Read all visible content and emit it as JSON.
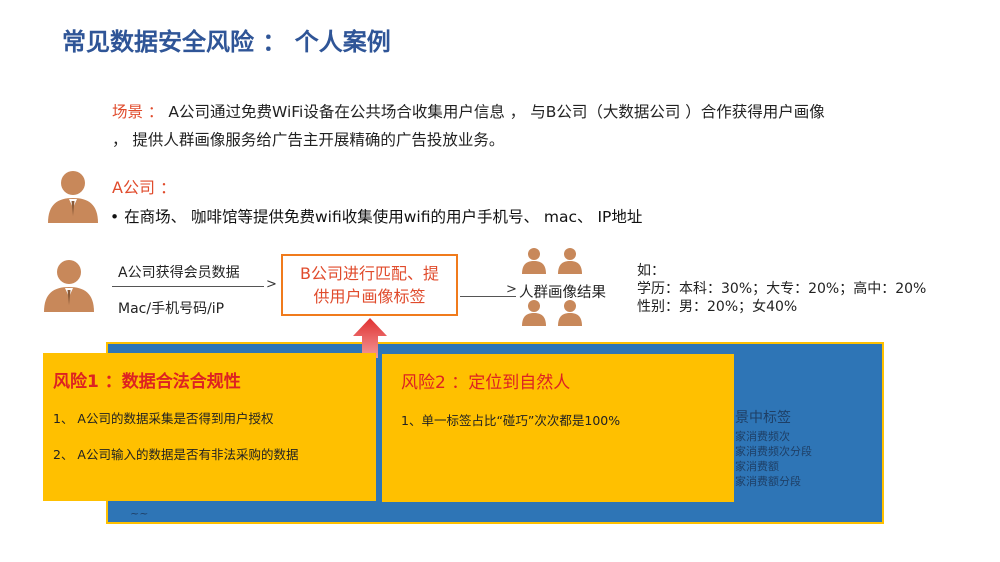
{
  "title": "常见数据安全风险 ： 个人案例",
  "scenario": {
    "label": "场景 ：",
    "text": " A公司通过免费WiFi设备在公共场合收集用户信息 ， 与B公司（大数据公司 ）合作获得用户画像 ， 提供人群画像服务给广告主开展精确的广告投放业务。"
  },
  "company_a": {
    "label": "A公司 ：",
    "bullet": "• 在商场、 咖啡馆等提供免费wifi收集使用wifi的用户手机号、 mac、 IP地址"
  },
  "flow": {
    "member_label": "A公司获得会员数据",
    "mac_label": "Mac/手机号码/iP",
    "arrow1": ">",
    "b_box": "B公司进行匹配、提供用户画像标签",
    "arrow2": ">",
    "result": "人群画像结果",
    "stats": [
      "如：",
      "学历：本科：30%；大专：20%；高中：20%",
      "性别：男：20%；女40%"
    ]
  },
  "hidden_box": {
    "heading": "景中标签",
    "lines": [
      "家消费频次",
      "家消费频次分段",
      "家消费额",
      "家消费额分段"
    ],
    "bottom": "~~"
  },
  "risk1": {
    "title": "风险1 ：数据合法合规性",
    "items": [
      "1、 A公司的数据采集是否得到用户授权",
      "2、 A公司输入的数据是否有非法采购的数据"
    ]
  },
  "risk2": {
    "title": "风险2 ：定位到自然人",
    "items": [
      "1、单一标签占比“碰巧”次次都是100%"
    ]
  },
  "colors": {
    "title": "#2f5597",
    "accent": "#e04b2c",
    "orange_border": "#f07b1c",
    "risk_bg": "#ffc000",
    "blue_bg": "#2e75b6",
    "person": "#c8885a"
  }
}
